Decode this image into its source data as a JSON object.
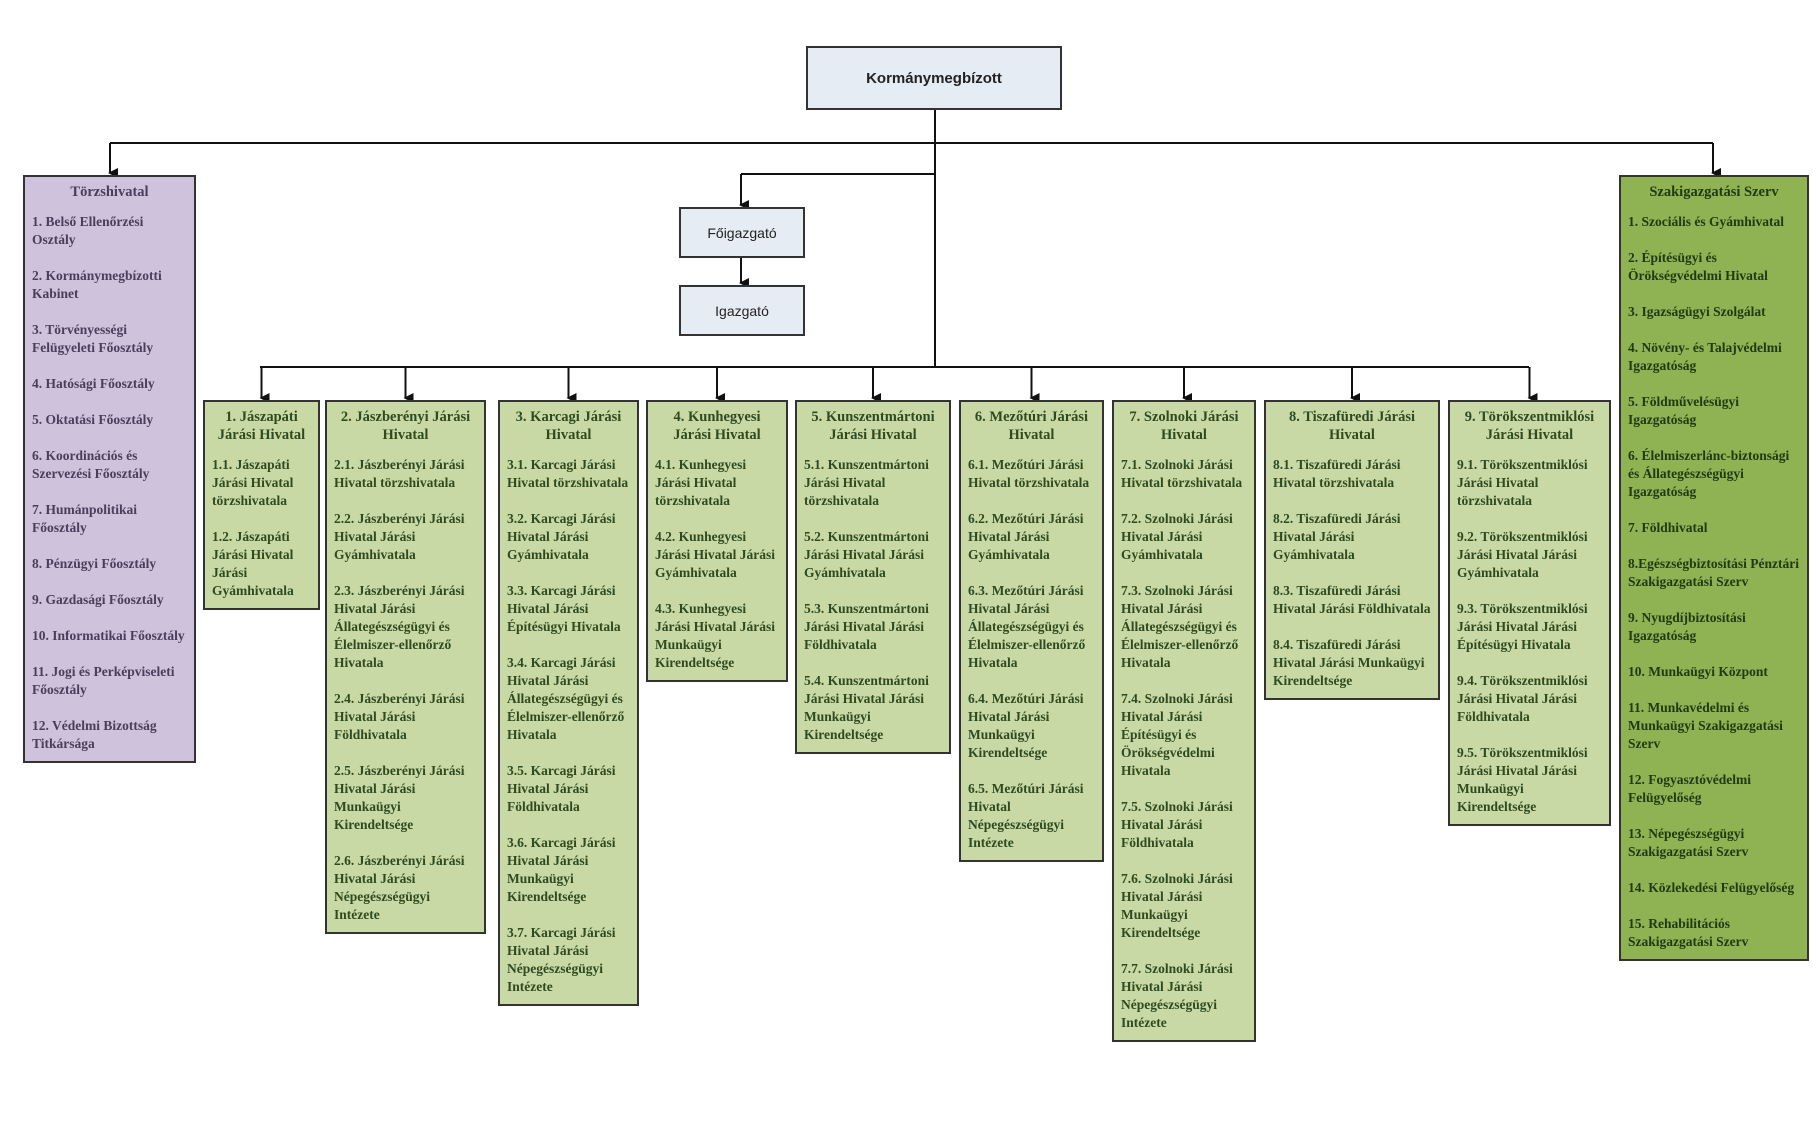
{
  "head": "Kormánymegbízott",
  "foigazgato": "Főigazgató",
  "igazgato": "Igazgató",
  "torzshivatal": {
    "title": "Törzshivatal",
    "items": [
      "1. Belső Ellenőrzési Osztály",
      "2. Kormánymegbízotti Kabinet",
      "3. Törvényességi Felügyeleti Főosztály",
      "4. Hatósági Főosztály",
      "5. Oktatási Főosztály",
      "6. Koordinációs és Szervezési Főosztály",
      "7. Humánpolitikai Főosztály",
      "8. Pénzügyi Főosztály",
      "9. Gazdasági Főosztály",
      "10. Informatikai Főosztály",
      "11. Jogi és Perképviseleti Főosztály",
      "12. Védelmi Bizottság Titkársága"
    ]
  },
  "szakigazgatasi": {
    "title": "Szakigazgatási Szerv",
    "items": [
      "1. Szociális és Gyámhivatal",
      "2. Építésügyi és Örökségvédelmi Hivatal",
      "3. Igazságügyi Szolgálat",
      "4. Növény- és Talajvédelmi Igazgatóság",
      "5. Földművelésügyi Igazgatóság",
      "6. Élelmiszerlánc-biztonsági és Állategészségügyi Igazgatóság",
      "7. Földhivatal",
      "8.Egészségbiztosítási Pénztári Szakigazgatási Szerv",
      "9. Nyugdíjbiztosítási Igazgatóság",
      "10. Munkaügyi Központ",
      "11. Munkavédelmi és Munkaügyi Szakigazgatási Szerv",
      "12. Fogyasztóvédelmi Felügyelőség",
      "13. Népegészségügyi Szakigazgatási Szerv",
      "14. Közlekedési Felügyelőség",
      "15. Rehabilitációs Szakigazgatási Szerv"
    ]
  },
  "districts": [
    {
      "title": "1. Jászapáti Járási Hivatal",
      "items": [
        "1.1. Jászapáti Járási Hivatal törzshivatala",
        "1.2. Jászapáti Járási Hivatal Járási Gyámhivatala"
      ]
    },
    {
      "title": "2. Jászberényi Járási Hivatal",
      "items": [
        "2.1. Jászberényi Járási Hivatal törzshivatala",
        "2.2. Jászberényi Járási Hivatal Járási Gyámhivatala",
        "2.3. Jászberényi Járási Hivatal Járási Állategészségügyi és Élelmiszer-ellenőrző Hivatala",
        "2.4. Jászberényi Járási Hivatal Járási Földhivatala",
        "2.5. Jászberényi Járási Hivatal Járási Munkaügyi Kirendeltsége",
        "2.6. Jászberényi Járási Hivatal Járási Népegészségügyi Intézete"
      ]
    },
    {
      "title": "3. Karcagi Járási Hivatal",
      "items": [
        "3.1. Karcagi Járási Hivatal törzshivatala",
        "3.2. Karcagi Járási Hivatal Járási Gyámhivatala",
        "3.3. Karcagi Járási Hivatal Járási Építésügyi Hivatala",
        "3.4. Karcagi Járási Hivatal Járási Állategészségügyi és Élelmiszer-ellenőrző Hivatala",
        "3.5. Karcagi Járási Hivatal Járási Földhivatala",
        "3.6. Karcagi Járási Hivatal Járási Munkaügyi Kirendeltsége",
        "3.7. Karcagi Járási Hivatal Járási Népegészségügyi Intézete"
      ]
    },
    {
      "title": "4. Kunhegyesi Járási Hivatal",
      "items": [
        "4.1. Kunhegyesi Járási Hivatal törzshivatala",
        "4.2. Kunhegyesi Járási Hivatal Járási Gyámhivatala",
        "4.3. Kunhegyesi Járási Hivatal Járási Munkaügyi Kirendeltsége"
      ]
    },
    {
      "title": "5. Kunszentmártoni Járási Hivatal",
      "items": [
        "5.1. Kunszentmártoni Járási Hivatal törzshivatala",
        "5.2. Kunszentmártoni Járási Hivatal Járási Gyámhivatala",
        "5.3. Kunszentmártoni Járási Hivatal Járási Földhivatala",
        "5.4. Kunszentmártoni Járási Hivatal Járási Munkaügyi Kirendeltsége"
      ]
    },
    {
      "title": "6. Mezőtúri Járási Hivatal",
      "items": [
        "6.1. Mezőtúri Járási Hivatal törzshivatala",
        "6.2. Mezőtúri Járási Hivatal Járási Gyámhivatala",
        "6.3. Mezőtúri Járási Hivatal Járási Állategészségügyi és Élelmiszer-ellenőrző Hivatala",
        "6.4. Mezőtúri Járási Hivatal Járási Munkaügyi Kirendeltsége",
        "6.5. Mezőtúri Járási Hivatal Népegészségügyi Intézete"
      ]
    },
    {
      "title": "7. Szolnoki Járási Hivatal",
      "items": [
        "7.1. Szolnoki Járási Hivatal törzshivatala",
        "7.2. Szolnoki Járási Hivatal Járási Gyámhivatala",
        "7.3. Szolnoki Járási Hivatal Járási Állategészségügyi és Élelmiszer-ellenőrző Hivatala",
        "7.4. Szolnoki Járási Hivatal Járási Építésügyi és Örökségvédelmi Hivatala",
        "7.5. Szolnoki Járási Hivatal Járási Földhivatala",
        "7.6. Szolnoki Járási Hivatal Járási Munkaügyi Kirendeltsége",
        "7.7. Szolnoki Járási Hivatal Járási Népegészségügyi Intézete"
      ]
    },
    {
      "title": "8. Tiszafüredi Járási Hivatal",
      "items": [
        "8.1. Tiszafüredi Járási Hivatal törzshivatala",
        "8.2. Tiszafüredi Járási Hivatal Járási Gyámhivatala",
        "8.3. Tiszafüredi Járási Hivatal Járási Földhivatala",
        "8.4. Tiszafüredi Járási Hivatal Járási Munkaügyi Kirendeltsége"
      ]
    },
    {
      "title": "9. Törökszentmiklósi Járási Hivatal",
      "items": [
        "9.1. Törökszentmiklósi Járási Hivatal törzshivatala",
        "9.2. Törökszentmiklósi Járási Hivatal Járási Gyámhivatala",
        "9.3. Törökszentmiklósi Járási Hivatal Járási Építésügyi Hivatala",
        "9.4. Törökszentmiklósi Járási Hivatal Járási Földhivatala",
        "9.5. Törökszentmiklósi Járási Hivatal Járási Munkaügyi Kirendeltsége"
      ]
    }
  ]
}
